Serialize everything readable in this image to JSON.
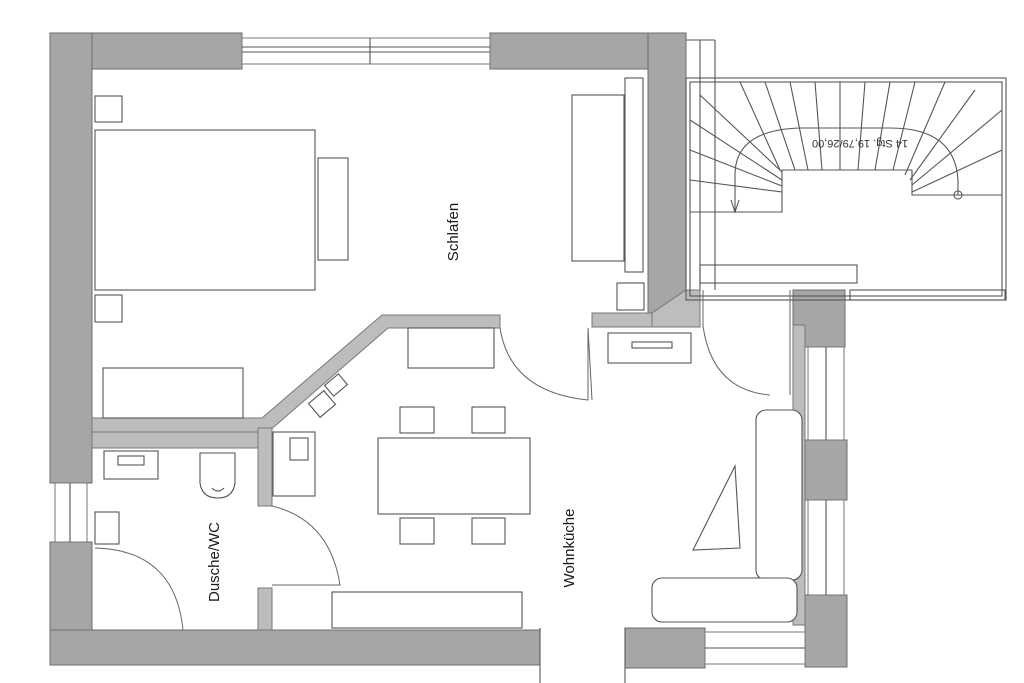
{
  "rooms": {
    "schlafen": "Schlafen",
    "dusche_wc": "Dusche/WC",
    "wohnkueche": "Wohnküche"
  },
  "stair": {
    "label": "14 Stg. 19,79/26,00"
  },
  "colors": {
    "wall": "#a6a6a6",
    "line": "#555555",
    "background": "#ffffff"
  }
}
